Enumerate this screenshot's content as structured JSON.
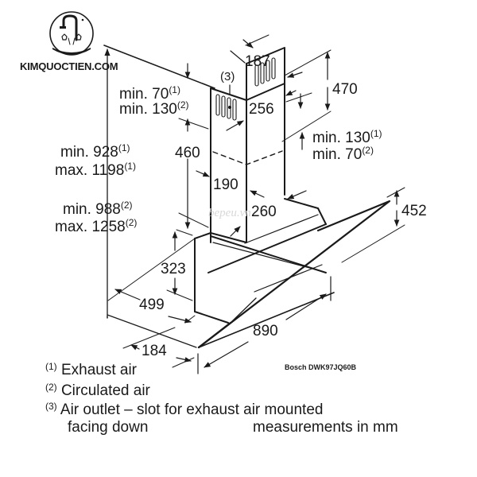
{
  "brand": {
    "site": "KIMQUOCTIEN.COM",
    "logo_icon": "faucet-logo-icon"
  },
  "model": "Bosch DWK97JQ60B",
  "watermark": "bepeu.vn",
  "dimensions": {
    "chimney_depth": "187",
    "chimney_upper_height": "470",
    "chimney_width": "256",
    "air_outlet_ref": "(3)",
    "top_clearance": {
      "line1": "min. 70",
      "sup1": "(1)",
      "line2": "min. 130",
      "sup2": "(2)"
    },
    "right_clearance": {
      "line1": "min. 130",
      "sup1": "(1)",
      "line2": "min. 70",
      "sup2": "(2)"
    },
    "total_height_exhaust": {
      "line1": "min. 928",
      "sup1": "(1)",
      "line2": "max. 1198",
      "sup2": "(1)"
    },
    "total_height_circulated": {
      "line1": "min. 988",
      "sup1": "(2)",
      "line2": "max. 1258",
      "sup2": "(2)"
    },
    "chimney_lower_height": "460",
    "inner_chimney_width": "190",
    "inner_chimney_depth": "260",
    "glass_height": "452",
    "body_height": "323",
    "body_depth": "499",
    "width": "890",
    "front_depth": "184"
  },
  "legend": [
    {
      "ref": "(1)",
      "text": "Exhaust air"
    },
    {
      "ref": "(2)",
      "text": "Circulated air"
    },
    {
      "ref": "(3)",
      "text": "Air outlet – slot for exhaust air mounted",
      "text2": "facing down"
    }
  ],
  "units_note": "measurements in mm"
}
